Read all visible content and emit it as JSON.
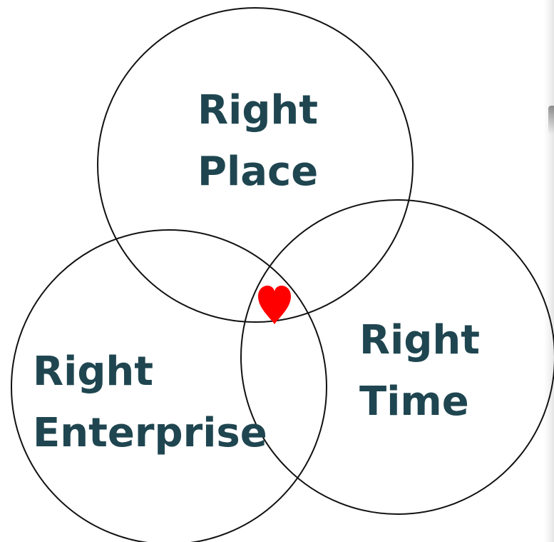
{
  "colors": {
    "label_text": "#1f4650",
    "circle_stroke": "#111111",
    "heart": "#ff0000",
    "background": "#ffffff"
  },
  "circles": {
    "place": {
      "line1": "Right",
      "line2": "Place"
    },
    "enterprise": {
      "line1": "Right",
      "line2": "Enterprise"
    },
    "time": {
      "line1": "Right",
      "line2": "Time"
    }
  },
  "center": {
    "icon": "heart-icon"
  }
}
